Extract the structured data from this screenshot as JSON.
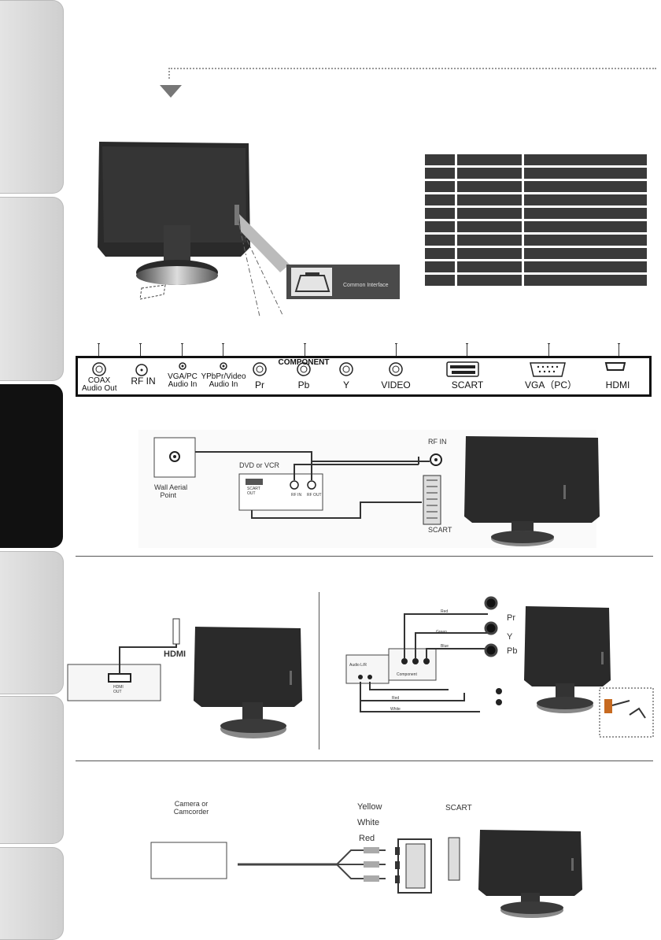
{
  "ports": {
    "coax": "COAX",
    "coax_sub": "Audio Out",
    "rf_in": "RF IN",
    "vga_audio": "VGA/PC",
    "vga_audio_sub": "Audio In",
    "ypbpr_audio": "YPbPr/Video",
    "ypbpr_audio_sub": "Audio In",
    "component": "COMPONENT",
    "pr": "Pr",
    "pb": "Pb",
    "y": "Y",
    "video": "VIDEO",
    "scart": "SCART",
    "vga": "VGA（PC）",
    "hdmi": "HDMI"
  },
  "inset": {
    "label": "Common Interface"
  },
  "aerial_diagram": {
    "rf_in": "RF IN",
    "dvd_vcr": "DVD or VCR",
    "wall_aerial_1": "Wall Aerial",
    "wall_aerial_2": "Point",
    "scart_out_1": "SCART",
    "scart_out_2": "OUT",
    "rf_in_small": "RF IN",
    "rf_out_small": "RF OUT",
    "scart": "SCART"
  },
  "hdmi_diagram": {
    "hdmi": "HDMI",
    "hdmi_out_1": "HDMI",
    "hdmi_out_2": "OUT"
  },
  "component_diagram": {
    "red": "Red",
    "green": "Green",
    "blue": "Blue",
    "pr": "Pr",
    "y": "Y",
    "pb": "Pb",
    "audio_lr": "Audio L/R",
    "component": "Component",
    "red_small": "Red",
    "white_small": "White"
  },
  "camera_diagram": {
    "camera_1": "Camera or",
    "camera_2": "Camcorder",
    "yellow": "Yellow",
    "white": "White",
    "red": "Red",
    "scart": "SCART"
  }
}
